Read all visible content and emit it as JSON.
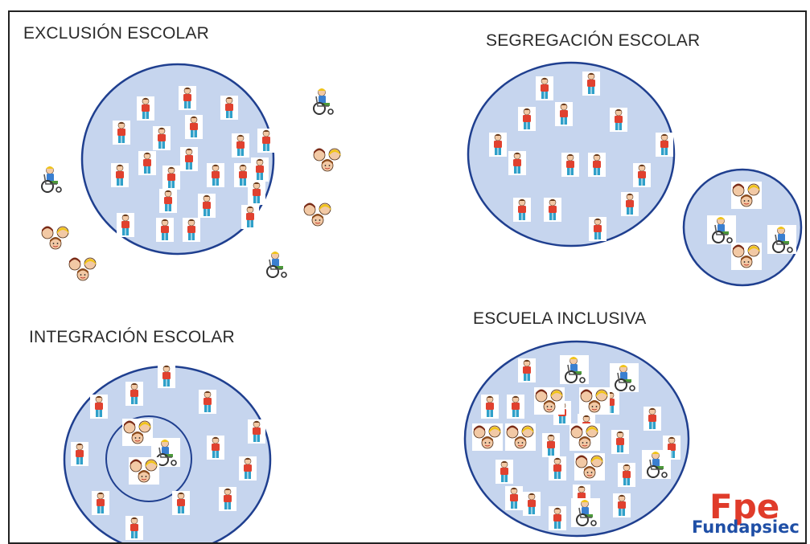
{
  "panels": {
    "exclusion": {
      "title": "EXCLUSIÓN ESCOLAR"
    },
    "segregation": {
      "title": "SEGREGACIÓN ESCOLAR"
    },
    "integration": {
      "title": "INTEGRACIÓN ESCOLAR"
    },
    "inclusion": {
      "title": "ESCUELA INCLUSIVA"
    }
  },
  "logo": {
    "name": "Fundapsiec",
    "mark": "Fpe"
  },
  "colors": {
    "circle_fill": "#c6d5ee",
    "circle_stroke": "#1f3f8f",
    "figure_shirt": "#e0412f",
    "figure_pants": "#2fa0c9",
    "logo_red": "#e03b2a",
    "logo_blue": "#1f4fa6"
  },
  "icons": [
    "child-figure-icon",
    "wheelchair-user-icon",
    "children-group-icon",
    "fundapsiec-logo"
  ]
}
